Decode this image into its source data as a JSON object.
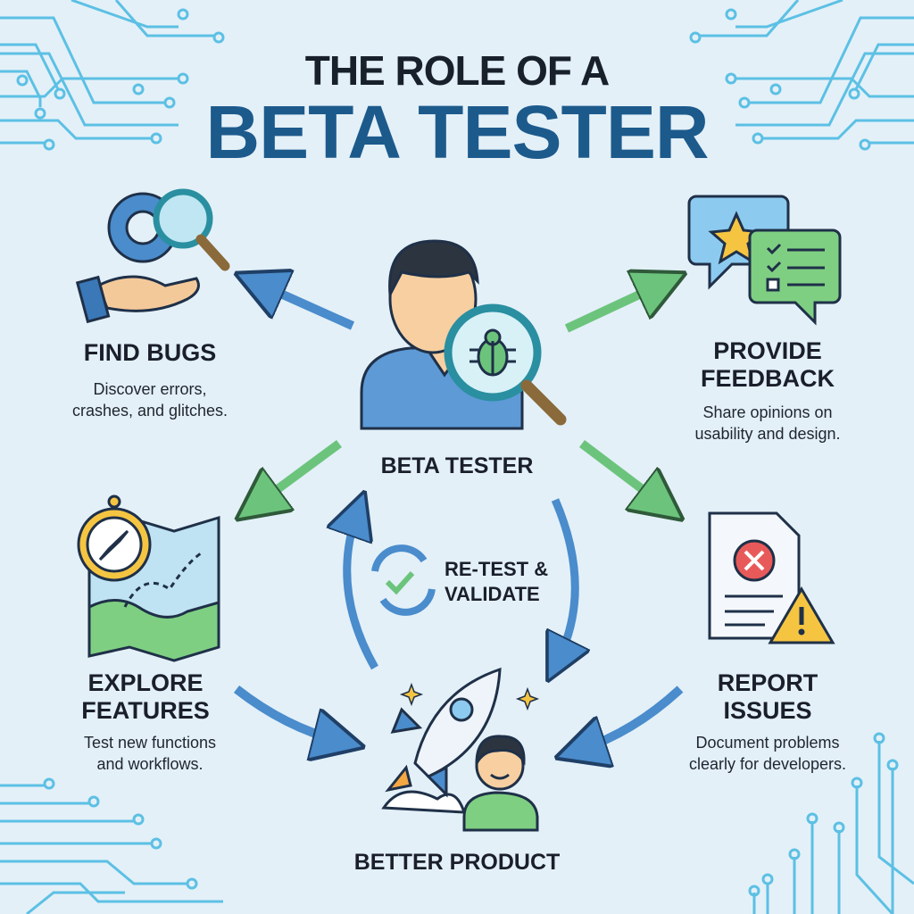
{
  "title": {
    "line1": "THE ROLE OF A",
    "line2": "BETA TESTER"
  },
  "center": {
    "label": "BETA TESTER"
  },
  "roles": [
    {
      "title_lines": [
        "FIND BUGS"
      ],
      "desc_lines": [
        "Discover errors,",
        "crashes, and glitches."
      ]
    },
    {
      "title_lines": [
        "PROVIDE",
        "FEEDBACK"
      ],
      "desc_lines": [
        "Share opinions on",
        "usability and design."
      ]
    },
    {
      "title_lines": [
        "EXPLORE",
        "FEATURES"
      ],
      "desc_lines": [
        "Test new functions",
        "and workflows."
      ]
    },
    {
      "title_lines": [
        "REPORT",
        "ISSUES"
      ],
      "desc_lines": [
        "Document problems",
        "clearly for developers."
      ]
    }
  ],
  "cycle": {
    "lines": [
      "RE-TEST &",
      "VALIDATE"
    ]
  },
  "outcome": {
    "label": "BETTER PRODUCT"
  },
  "colors": {
    "background": "#e3f0f8",
    "title_blue": "#1d5a8c",
    "arrow_blue": "#4a8ccc",
    "arrow_green": "#6cc47c",
    "circuit": "#5cc0e4"
  }
}
